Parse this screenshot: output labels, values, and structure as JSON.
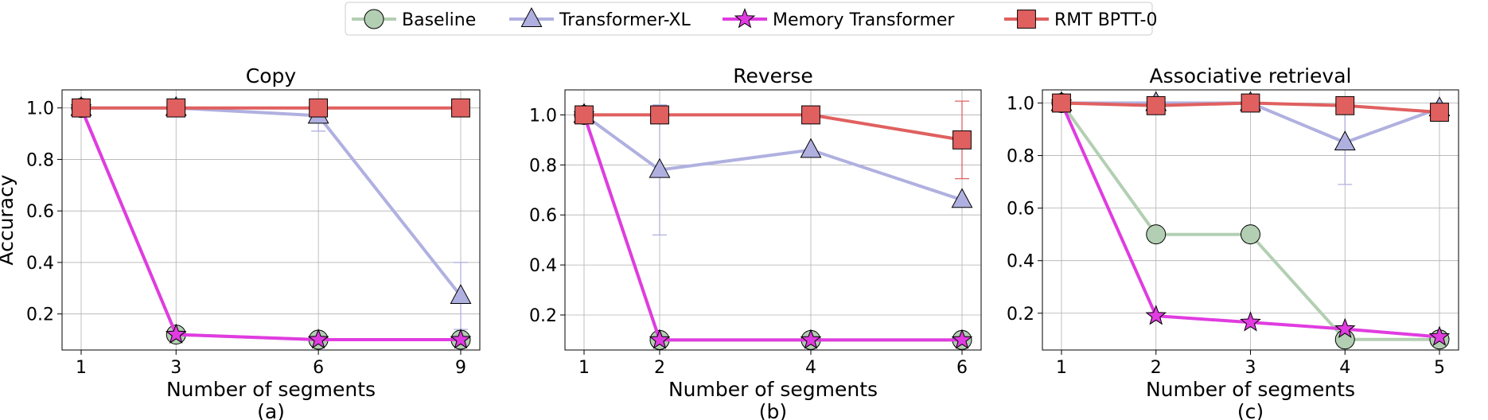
{
  "legend": {
    "placement": "top-center",
    "entries": [
      {
        "label": "Baseline",
        "series": "baseline"
      },
      {
        "label": "Transformer-XL",
        "series": "txl"
      },
      {
        "label": "Memory Transformer",
        "series": "mt"
      },
      {
        "label": "RMT BPTT-0",
        "series": "rmt"
      }
    ]
  },
  "styles": {
    "baseline": {
      "line": "#b3cfb3",
      "fill": "#b3cfb3",
      "marker": "circle"
    },
    "txl": {
      "line": "#b0b0e0",
      "fill": "#b0b0e0",
      "marker": "triangle"
    },
    "mt": {
      "line": "#e03ce0",
      "fill": "#e03ce0",
      "marker": "star"
    },
    "rmt": {
      "line": "#e06060",
      "fill": "#e06060",
      "marker": "square"
    }
  },
  "chart_data": [
    {
      "type": "line",
      "title": "Copy",
      "caption": "(a)",
      "xlabel": "Number of segments",
      "ylabel": "Accuracy",
      "x": [
        1,
        3,
        6,
        9
      ],
      "xticks": [
        "1",
        "3",
        "6",
        "9"
      ],
      "yticks": [
        0.2,
        0.4,
        0.6,
        0.8,
        1.0
      ],
      "ytick_labels": [
        "0.2",
        "0.4",
        "0.6",
        "0.8",
        "1.0"
      ],
      "ylim": [
        0.06,
        1.07
      ],
      "grid": true,
      "series": [
        {
          "key": "baseline",
          "x": [
            1,
            3,
            6,
            9
          ],
          "values": [
            1.0,
            0.12,
            0.1,
            0.1
          ],
          "error": [
            0,
            0,
            0,
            0
          ]
        },
        {
          "key": "txl",
          "x": [
            1,
            3,
            6,
            9
          ],
          "values": [
            1.0,
            1.0,
            0.97,
            0.27
          ],
          "error": [
            0,
            0,
            0.06,
            0.13
          ]
        },
        {
          "key": "mt",
          "x": [
            1,
            3,
            6,
            9
          ],
          "values": [
            1.0,
            0.12,
            0.1,
            0.1
          ],
          "error": [
            0,
            0,
            0,
            0
          ]
        },
        {
          "key": "rmt",
          "x": [
            1,
            3,
            6,
            9
          ],
          "values": [
            1.0,
            1.0,
            1.0,
            1.0
          ],
          "error": [
            0,
            0,
            0,
            0
          ]
        }
      ]
    },
    {
      "type": "line",
      "title": "Reverse",
      "caption": "(b)",
      "xlabel": "Number of segments",
      "ylabel": "",
      "x": [
        1,
        2,
        4,
        6
      ],
      "xticks": [
        "1",
        "2",
        "4",
        "6"
      ],
      "yticks": [
        0.2,
        0.4,
        0.6,
        0.8,
        1.0
      ],
      "ytick_labels": [
        "0.2",
        "0.4",
        "0.6",
        "0.8",
        "1.0"
      ],
      "ylim": [
        0.06,
        1.1
      ],
      "grid": true,
      "series": [
        {
          "key": "baseline",
          "x": [
            1,
            2,
            4,
            6
          ],
          "values": [
            1.0,
            0.1,
            0.1,
            0.1
          ],
          "error": [
            0,
            0,
            0,
            0
          ]
        },
        {
          "key": "txl",
          "x": [
            1,
            2,
            4,
            6
          ],
          "values": [
            1.0,
            0.78,
            0.86,
            0.66
          ],
          "error": [
            0,
            0.26,
            0,
            0
          ]
        },
        {
          "key": "mt",
          "x": [
            1,
            2,
            4,
            6
          ],
          "values": [
            1.0,
            0.1,
            0.1,
            0.1
          ],
          "error": [
            0,
            0,
            0,
            0
          ]
        },
        {
          "key": "rmt",
          "x": [
            1,
            2,
            4,
            6
          ],
          "values": [
            1.0,
            1.0,
            1.0,
            0.9
          ],
          "error": [
            0,
            0,
            0,
            0.155
          ]
        }
      ]
    },
    {
      "type": "line",
      "title": "Associative retrieval",
      "caption": "(c)",
      "xlabel": "Number of segments",
      "ylabel": "",
      "x": [
        1,
        2,
        3,
        4,
        5
      ],
      "xticks": [
        "1",
        "2",
        "3",
        "4",
        "5"
      ],
      "yticks": [
        0.2,
        0.4,
        0.6,
        0.8,
        1.0
      ],
      "ytick_labels": [
        "0.2",
        "0.4",
        "0.6",
        "0.8",
        "1.0"
      ],
      "ylim": [
        0.06,
        1.05
      ],
      "grid": true,
      "series": [
        {
          "key": "baseline",
          "x": [
            1,
            2,
            3,
            4,
            5
          ],
          "values": [
            1.0,
            0.5,
            0.5,
            0.1,
            0.1
          ],
          "error": [
            0,
            0,
            0,
            0,
            0
          ]
        },
        {
          "key": "txl",
          "x": [
            1,
            2,
            3,
            4,
            5
          ],
          "values": [
            1.0,
            1.0,
            1.0,
            0.85,
            0.98
          ],
          "error": [
            0,
            0,
            0,
            0.16,
            0
          ]
        },
        {
          "key": "mt",
          "x": [
            1,
            2,
            3,
            4,
            5
          ],
          "values": [
            1.0,
            0.19,
            0.165,
            0.14,
            0.11
          ],
          "error": [
            0,
            0,
            0,
            0,
            0
          ]
        },
        {
          "key": "rmt",
          "x": [
            1,
            2,
            3,
            4,
            5
          ],
          "values": [
            1.0,
            0.99,
            1.0,
            0.99,
            0.965
          ],
          "error": [
            0,
            0,
            0,
            0,
            0
          ]
        }
      ]
    }
  ]
}
